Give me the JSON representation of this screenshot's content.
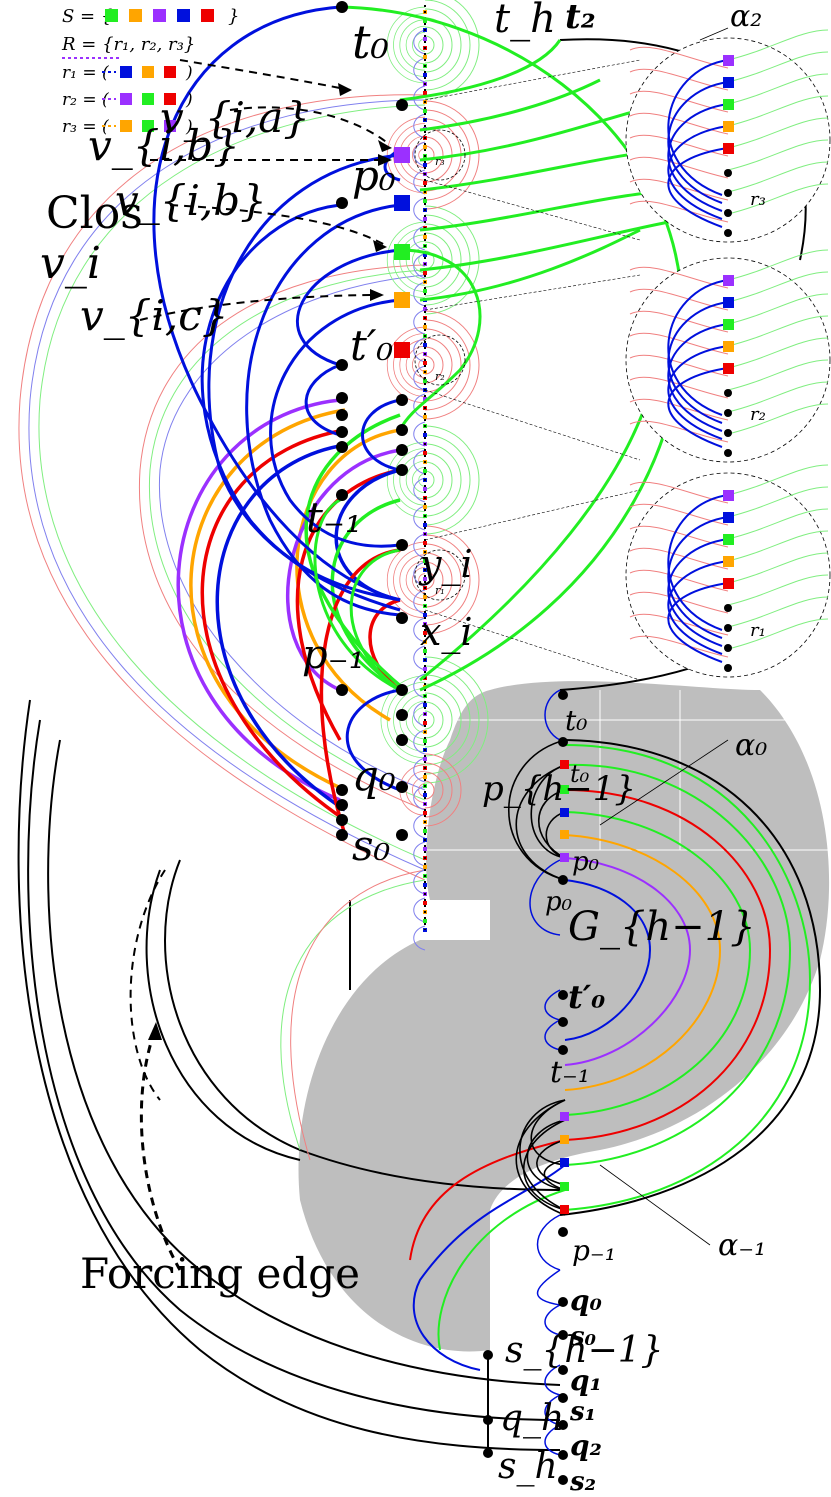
{
  "legend": {
    "S_line": "S = {",
    "S_close": "}",
    "R_line": "R = {r₁, r₂, r₃}",
    "r1_line": "r₁ = (",
    "r2_line": "r₂ = (",
    "r3_line": "r₃ = (",
    "close_paren": ")"
  },
  "labels": {
    "t0_top": "t₀",
    "th_top": "t_h",
    "t2_top": "t₂",
    "alpha2": "α₂",
    "alpha0": "α₀",
    "alpha_m1": "α₋₁",
    "via": "v_{i,a}",
    "vib": "v_{i,b}",
    "vib2": "v_{i,b}",
    "vic": "v_{i,c}",
    "vi": "v_i",
    "close_text": "Clos",
    "p0": "p₀",
    "t0prime": "t′₀",
    "t_m1": "t₋₁",
    "yi": "y_i",
    "xi": "x_i",
    "p_m1": "p₋₁",
    "q0": "q₀",
    "s0": "s₀",
    "r1": "r₁",
    "r2": "r₂",
    "r3": "r₃",
    "t0_right": "t₀",
    "t0_right2": "t₀",
    "ph_m1": "p_{h−1}",
    "p0_right": "p₀",
    "p0_right2": "p₀",
    "Gh_m1": "G_{h−1}",
    "t0prime_right": "t′₀",
    "t_m1_right": "t₋₁",
    "p_m1_right": "p₋₁",
    "q0_right": "q₀",
    "s0_right": "s₀",
    "q1_right": "q₁",
    "s1_right": "s₁",
    "q2_right": "q₂",
    "s2_right": "s₂",
    "sh_m1": "s_{h−1}",
    "qh": "q_h",
    "sh": "s_h",
    "forcing": "Forcing edge"
  },
  "colors": {
    "green": "#22ee22",
    "orange": "#ffa500",
    "purple": "#9b30ff",
    "blue": "#0010dd",
    "red": "#ee0000",
    "gray": "#bebebe",
    "light_red": "#f08080",
    "light_green": "#80ee80",
    "light_blue": "#8080ee"
  },
  "legend_S_colors": [
    "green",
    "orange",
    "purple",
    "blue",
    "red"
  ],
  "legend_r1_colors": [
    "blue",
    "orange",
    "red"
  ],
  "legend_r2_colors": [
    "purple",
    "green",
    "red"
  ],
  "legend_r3_colors": [
    "orange",
    "green",
    "purple"
  ],
  "inset_square_colors": [
    "purple",
    "blue",
    "green",
    "orange",
    "red"
  ],
  "left_square_colors": [
    "purple",
    "blue",
    "green",
    "orange",
    "red"
  ]
}
